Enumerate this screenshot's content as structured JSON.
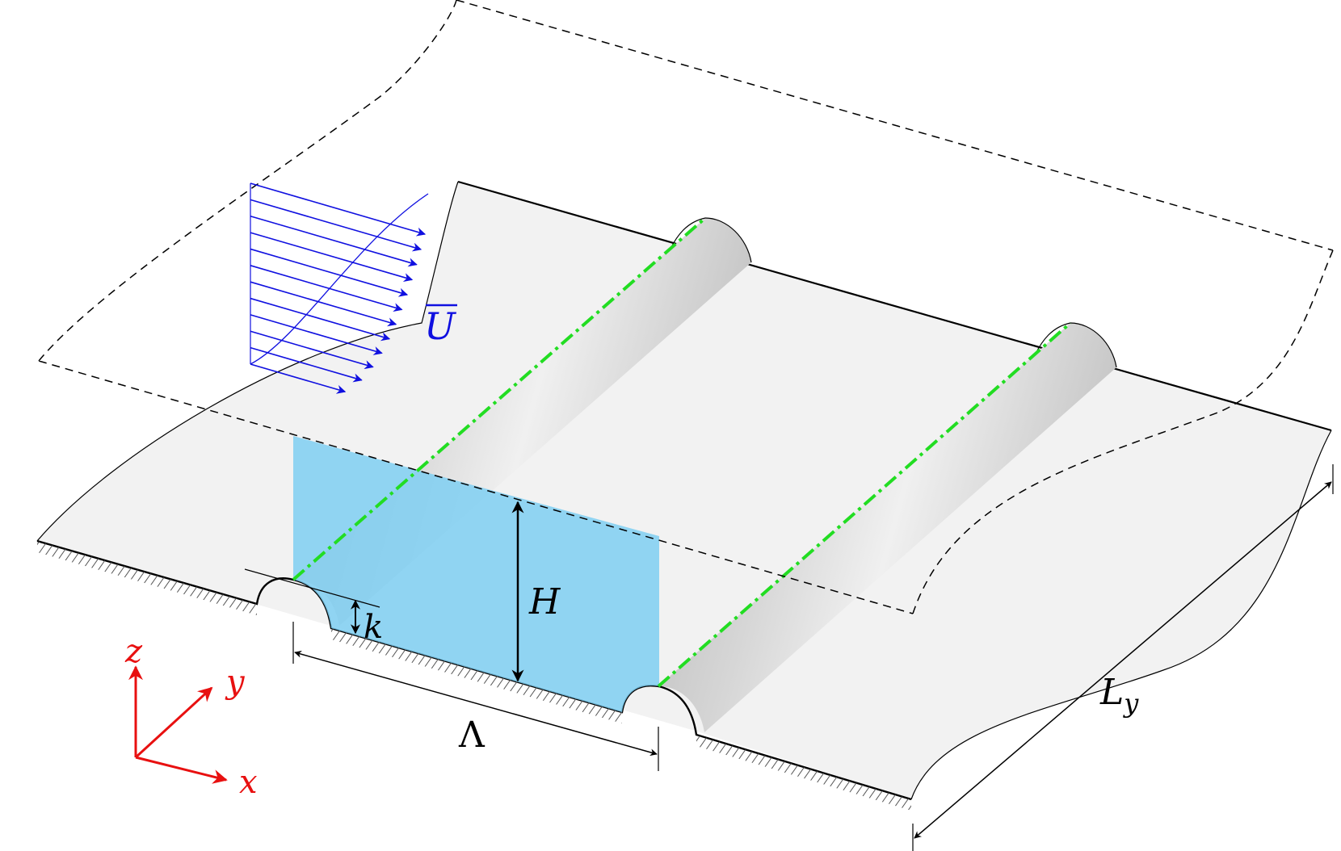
{
  "labels": {
    "velocity": "U",
    "height": "H",
    "roughness": "k",
    "wavelength": "Λ",
    "span_main": "L",
    "span_sub": "y",
    "axis_x": "x",
    "axis_y": "y",
    "axis_z": "z"
  },
  "colors": {
    "velocity": "#1010e0",
    "axes": "#e81010",
    "crest_line": "#22dd22",
    "slice": "#7fcff2",
    "surface": "#f2f2f2",
    "rib": "#c8c8c8",
    "ink": "#000000"
  },
  "velocity_profile": {
    "arrow_count": 12,
    "profile": "log-law"
  },
  "ribs": {
    "count": 2,
    "crest_line_style": "dash-dot"
  }
}
